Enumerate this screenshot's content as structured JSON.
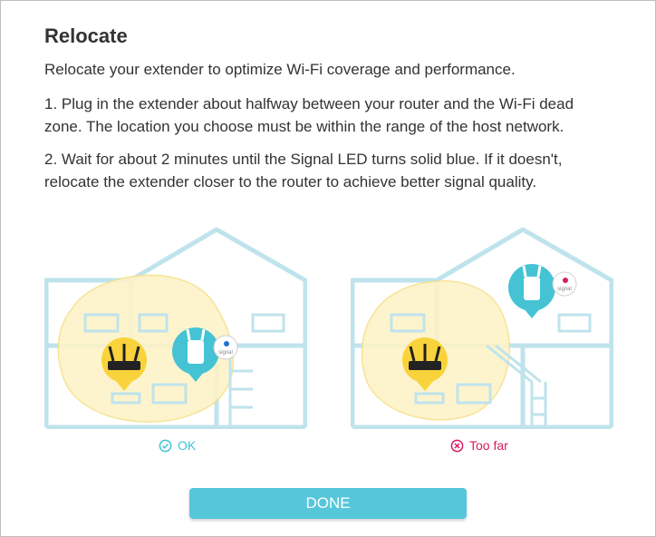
{
  "dialog": {
    "title": "Relocate",
    "intro": "Relocate your extender to optimize Wi-Fi coverage and performance.",
    "step1": "1. Plug in the extender about halfway between your router and the Wi-Fi dead zone. The location you choose must be within the range of the host network.",
    "step2": "2. Wait for about 2 minutes until the Signal LED turns solid blue. If it doesn't, relocate the extender closer to the router to achieve better signal quality."
  },
  "illustrations": {
    "ok": {
      "status_label": "OK",
      "led_label": "signal",
      "status_color": "#40c4d6",
      "led_color": "#1e73d6"
    },
    "far": {
      "status_label": "Too far",
      "led_label": "signal",
      "status_color": "#d81b60",
      "led_color": "#d81b60"
    }
  },
  "footer": {
    "done_label": "DONE"
  },
  "colors": {
    "accent": "#56c7db",
    "house_line": "#bfe3ec",
    "coverage": "#fdf3c8"
  }
}
